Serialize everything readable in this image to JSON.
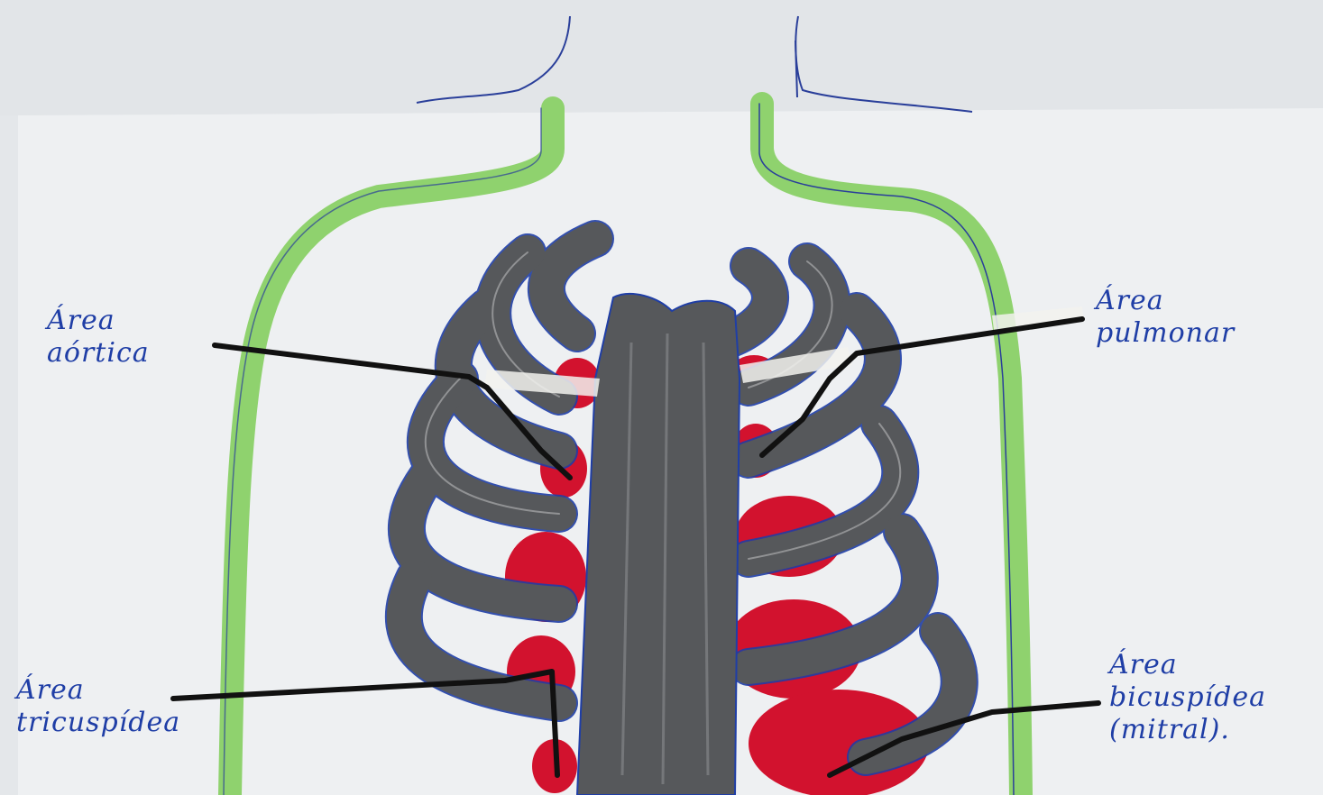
{
  "labels": {
    "aortic": {
      "line1": "Área",
      "line2": "aórtica"
    },
    "pulmonary": {
      "line1": "Área",
      "line2": "pulmonar"
    },
    "tricuspid": {
      "line1": "Área",
      "line2": "tricuspídea"
    },
    "mitral": {
      "line1": "Área",
      "line2": "bicuspídea",
      "line3": "(mitral)."
    }
  },
  "colors": {
    "paper": "#eef0f2",
    "body_outline": "#8fd26e",
    "ribs": "#56585b",
    "heart_spots": "#d2122e",
    "ink_blue": "#1f3ea6",
    "pointer_lines": "#111111"
  }
}
